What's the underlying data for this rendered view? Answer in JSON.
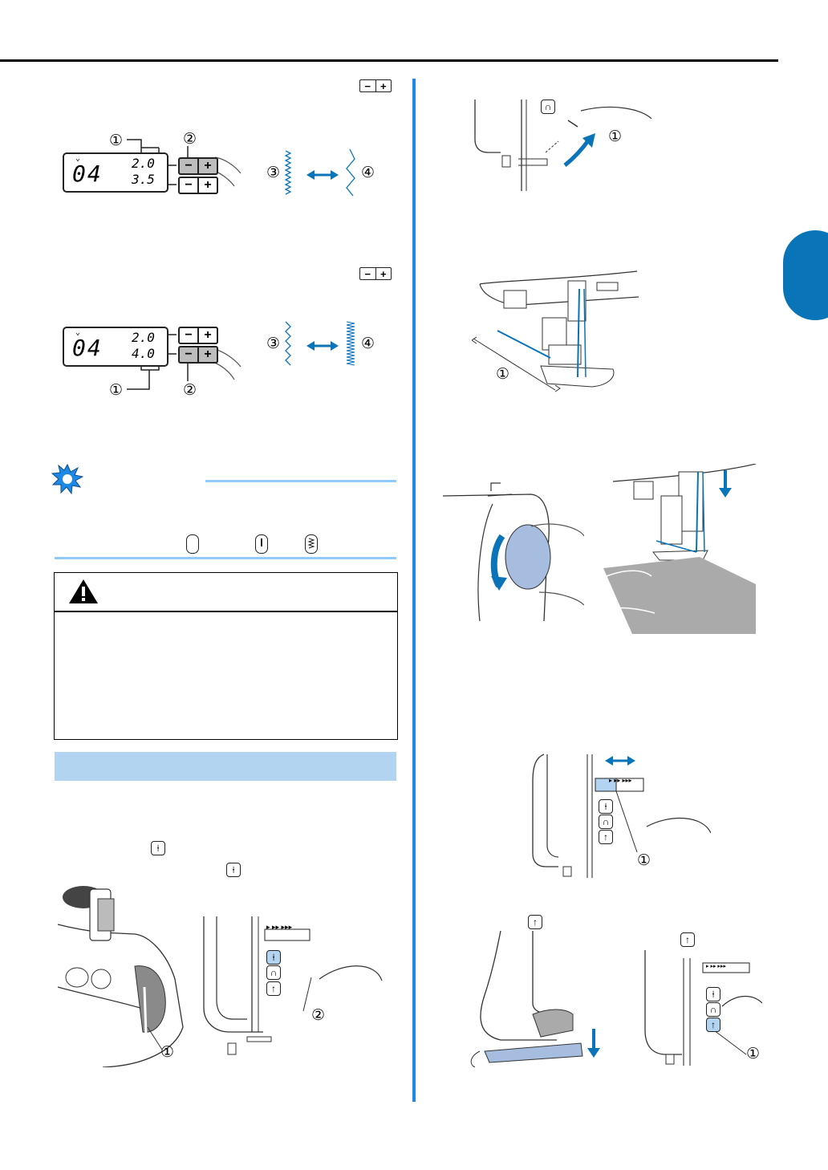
{
  "callouts": {
    "c1": "①",
    "c2": "②",
    "c3": "③",
    "c4": "④"
  },
  "lcd": {
    "pattern_number": "04",
    "panel1": {
      "width_value": "2.0",
      "length_value": "3.5"
    },
    "panel2": {
      "width_value": "2.0",
      "length_value": "4.0"
    }
  },
  "buttons": {
    "minus": "−",
    "plus": "+"
  },
  "icons": {
    "plus_minus_key": "plus-minus-key-icon",
    "note": "note-burst-icon",
    "warning": "warning-triangle-icon",
    "needle_position": "needle-position-button-icon",
    "reverse_stitch": "reverse-stitch-button-icon",
    "start_stop": "start-stop-button-icon",
    "speed_slider": "speed-control-slider-icon",
    "foot_controller": "foot-controller-icon",
    "handwheel": "handwheel-icon"
  },
  "speed_marks": "▸ ▸▸ ▸▸▸",
  "colors": {
    "accent_blue": "#0a74b9",
    "rule_blue": "#1e88e5",
    "light_blue": "#b3d4f0",
    "note_blue": "#90caf9"
  }
}
